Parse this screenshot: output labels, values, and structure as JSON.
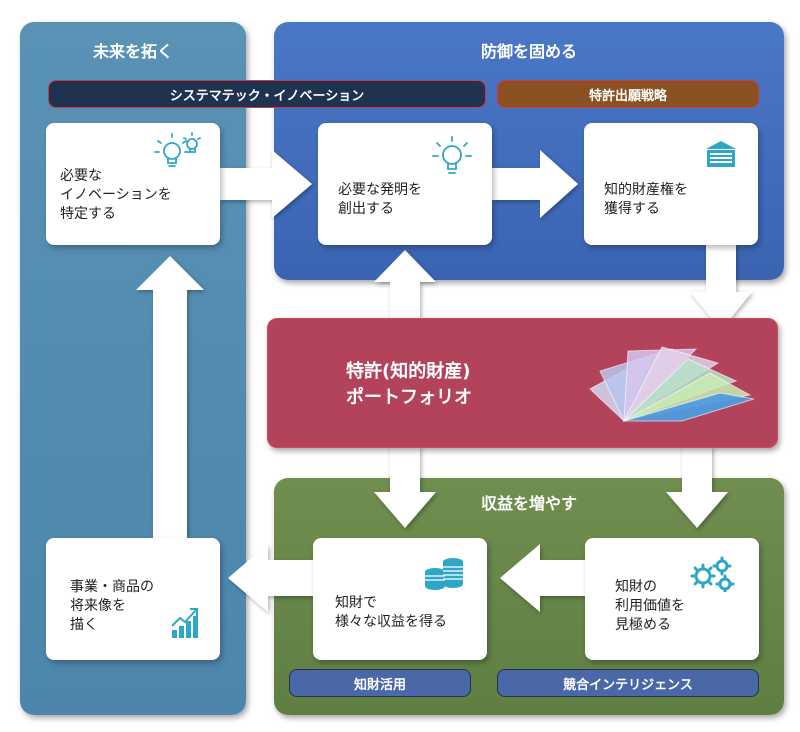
{
  "panels": {
    "left_title": "未来を拓く",
    "top_title": "防御を固める",
    "bottom_title": "収益を増やす"
  },
  "pills": {
    "systematic": "システマテック・イノベーション",
    "patent_strategy": "特許出願戦略",
    "ip_use": "知財活用",
    "competitive_intelligence": "競合インテリジェンス"
  },
  "cards": {
    "identify": "必要な\nイノベーションを\n特定する",
    "invent": "必要な発明を\n創出する",
    "acquire": "知的財産権を\n獲得する",
    "vision": "事業・商品の\n将来像を\n描く",
    "revenue": "知財で\n様々な収益を得る",
    "value": "知財の\n利用価値を\n見極める"
  },
  "portfolio": {
    "label": "特許(知的財産)\nポートフォリオ"
  },
  "icons": {
    "identify": "lightbulbs-icon",
    "invent": "lightbulb-icon",
    "acquire": "building-icon",
    "vision": "growth-chart-icon",
    "revenue": "coins-icon",
    "value": "gears-icon",
    "portfolio": "document-fan-icon"
  },
  "colors": {
    "left_panel": "#5189ae",
    "top_panel": "#406cbc",
    "bottom_panel": "#678649",
    "portfolio": "#b2435a",
    "icon_accent": "#2ea7c6"
  }
}
